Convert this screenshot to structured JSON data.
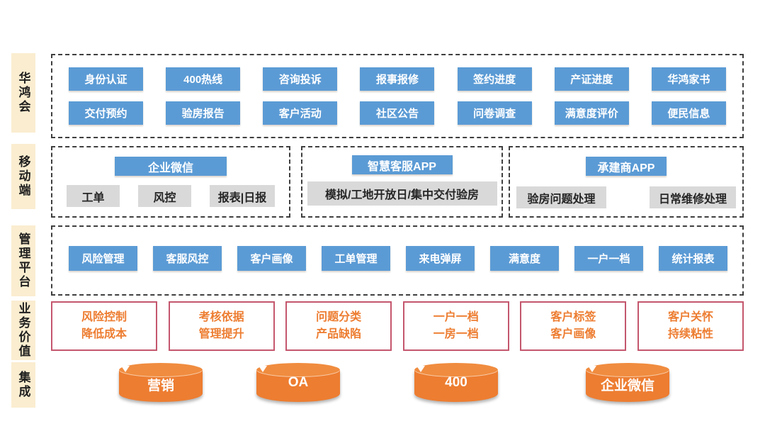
{
  "palette": {
    "node_blue": "#5B9BD5",
    "node_gray": "#D9D9D9",
    "sidebar_cream": "#FAEDD0",
    "accent_orange": "#ED7D31",
    "value_border_rose": "#C4576E",
    "dashed_border": "#3F3F3F"
  },
  "sidebar": {
    "items": [
      {
        "label": "华鸿会"
      },
      {
        "label": "移动端"
      },
      {
        "label": "管理平台"
      },
      {
        "label": "业务价值"
      },
      {
        "label": "集成"
      }
    ]
  },
  "huahonghui": {
    "row1": [
      "身份认证",
      "400热线",
      "咨询投诉",
      "报事报修",
      "签约进度",
      "产证进度",
      "华鸿家书"
    ],
    "row2": [
      "交付预约",
      "验房报告",
      "客户活动",
      "社区公告",
      "问卷调查",
      "满意度评价",
      "便民信息"
    ]
  },
  "mobile": {
    "groups": [
      {
        "title": "企业微信",
        "items": [
          "工单",
          "风控",
          "报表|日报"
        ]
      },
      {
        "title": "智慧客服APP",
        "items": [
          "模拟/工地开放日/集中交付验房"
        ]
      },
      {
        "title": "承建商APP",
        "items": [
          "验房问题处理",
          "日常维修处理"
        ]
      }
    ]
  },
  "platform": {
    "items": [
      "风险管理",
      "客服风控",
      "客户画像",
      "工单管理",
      "来电弹屏",
      "满意度",
      "一户一档",
      "统计报表"
    ]
  },
  "value": {
    "cards": [
      {
        "line1": "风险控制",
        "line2": "降低成本"
      },
      {
        "line1": "考核依据",
        "line2": "管理提升"
      },
      {
        "line1": "问题分类",
        "line2": "产品缺陷"
      },
      {
        "line1": "一户一档",
        "line2": "一房一档"
      },
      {
        "line1": "客户标签",
        "line2": "客户画像"
      },
      {
        "line1": "客户关怀",
        "line2": "持续粘性"
      }
    ]
  },
  "integration": {
    "cylinders": [
      "营销",
      "OA",
      "400",
      "企业微信"
    ]
  }
}
